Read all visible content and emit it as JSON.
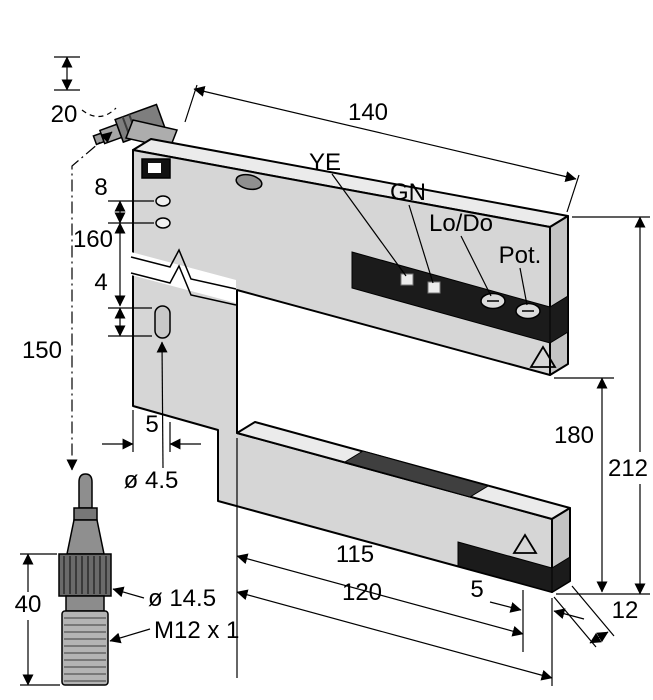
{
  "indicators": {
    "ye": "YE",
    "gn": "GN",
    "lodo": "Lo/Do",
    "pot": "Pot."
  },
  "labels": {
    "d20": "20",
    "d140": "140",
    "d8": "8",
    "d160": "160",
    "d4": "4",
    "d150": "150",
    "d5_left": "5",
    "dia_4_5": "ø 4.5",
    "d115": "115",
    "d120": "120",
    "d40": "40",
    "dia_14_5": "ø 14.5",
    "m12": "M12 x 1",
    "d180": "180",
    "d212": "212",
    "d5_right": "5",
    "d12": "12"
  },
  "colors": {
    "background": "#ffffff",
    "body": "#d6d6d6",
    "body_top": "#ebebeb",
    "body_side": "#c4c4c4",
    "band": "#1b1b1b",
    "line": "#000000"
  }
}
